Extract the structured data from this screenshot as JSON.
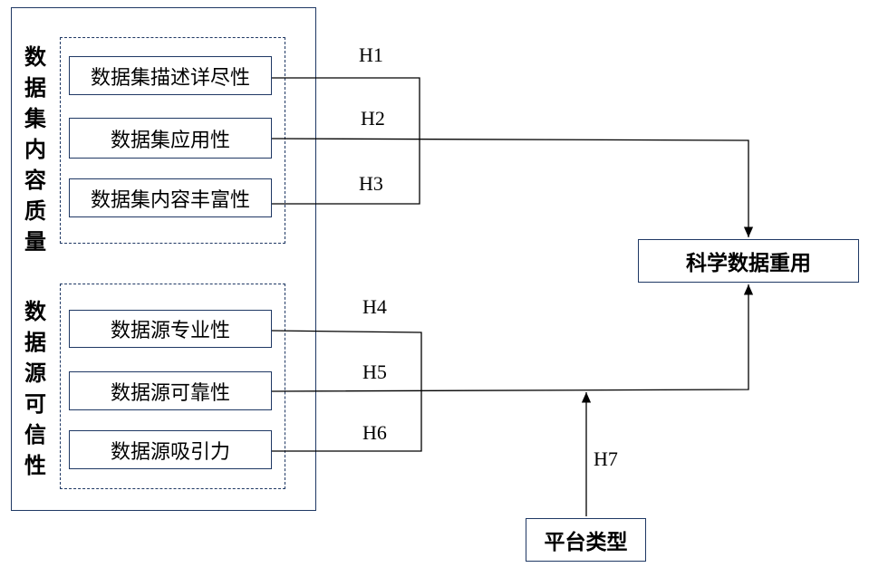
{
  "groups": [
    {
      "label": "数据集内容质量",
      "items": [
        "数据集描述详尽性",
        "数据集应用性",
        "数据集内容丰富性"
      ]
    },
    {
      "label": "数据源可信性",
      "items": [
        "数据源专业性",
        "数据源可靠性",
        "数据源吸引力"
      ]
    }
  ],
  "hypotheses": [
    "H1",
    "H2",
    "H3",
    "H4",
    "H5",
    "H6",
    "H7"
  ],
  "outcome": "科学数据重用",
  "moderator": "平台类型",
  "colors": {
    "box_border": "#1f3864",
    "line": "#000000"
  }
}
